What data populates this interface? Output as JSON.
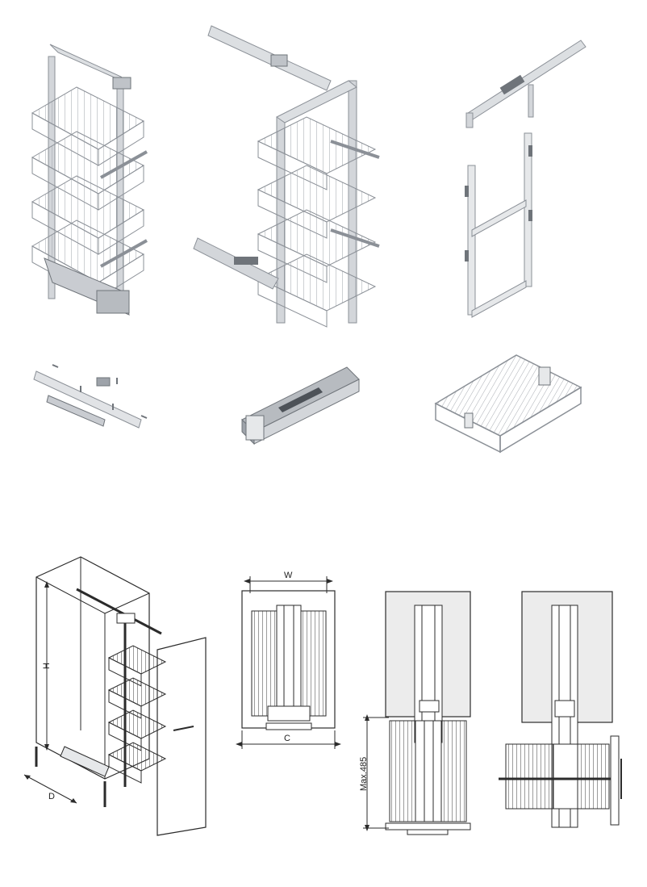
{
  "dimensions": {
    "w_label": "W",
    "c_label": "C",
    "h_label": "H",
    "d_label": "D",
    "max_label": "Max.485"
  },
  "colors": {
    "frame": "#c9ccd1",
    "frame_dark": "#8b9097",
    "wire": "#9ea3aa",
    "line": "#2b2b2b",
    "panel": "#e9eaec"
  }
}
